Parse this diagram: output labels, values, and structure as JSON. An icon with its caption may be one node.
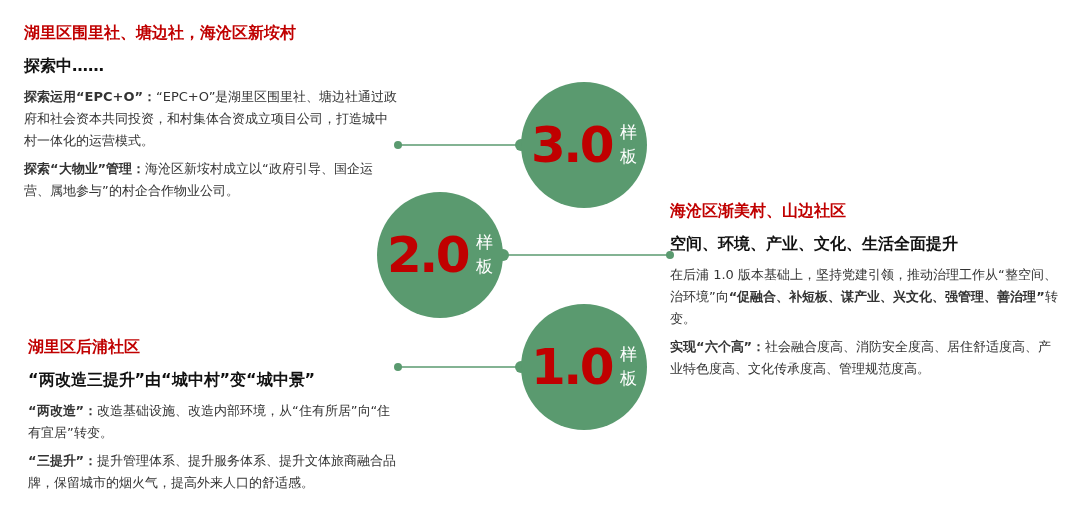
{
  "diagram": {
    "nodes": [
      {
        "text": [
          "湖里区围里社、塘边社，海沧区新垵村",
          "探索中……",
          "**探索运用“EPC+O”：**“EPC+O”是湖里区围里社、塘边社通过政府和社会资本共同投资，和村集体合资成立项目公司，打造城中村一体化的运营模式。",
          "**探索“大物业”管理：**海沧区新垵村成立以“政府引导、国企运营、属地参与”的村企合作物业公司。"
        ]
      },
      {
        "text": [
          "3.0",
          "样板"
        ]
      },
      {
        "text": [
          "2.0",
          "样板"
        ]
      },
      {
        "text": [
          "海沧区渐美村、山边社区",
          "空间、环境、产业、文化、生活全面提升",
          "在后浦 1.0 版本基础上，坚持党建引领，推动治理工作从“整空间、治环境”向**“促融合、补短板、谋产业、兴文化、强管理、善治理”**转变。",
          "**实现“六个高”：**社会融合度高、消防安全度高、居住舒适度高、产业特色度高、文化传承度高、管理规范度高。"
        ]
      },
      {
        "text": [
          "湖里区后浦社区",
          "“两改造三提升”由“城中村”变“城中景”",
          "**“两改造”：**改造基础设施、改造内部环境，从“住有所居”向“住有宜居”转变。",
          "**“三提升”：**提升管理体系、提升服务体系、提升文体旅商融合品牌，保留城市的烟火气，提高外来人口的舒适感。"
        ]
      },
      {
        "text": [
          "1.0",
          "样板"
        ]
      }
    ],
    "edges": [
      {
        "from": 1,
        "to": 0,
        "arrow": "other"
      },
      {
        "from": 2,
        "to": 3,
        "arrow": "other"
      },
      {
        "from": 5,
        "to": 4,
        "arrow": "other"
      }
    ]
  }
}
